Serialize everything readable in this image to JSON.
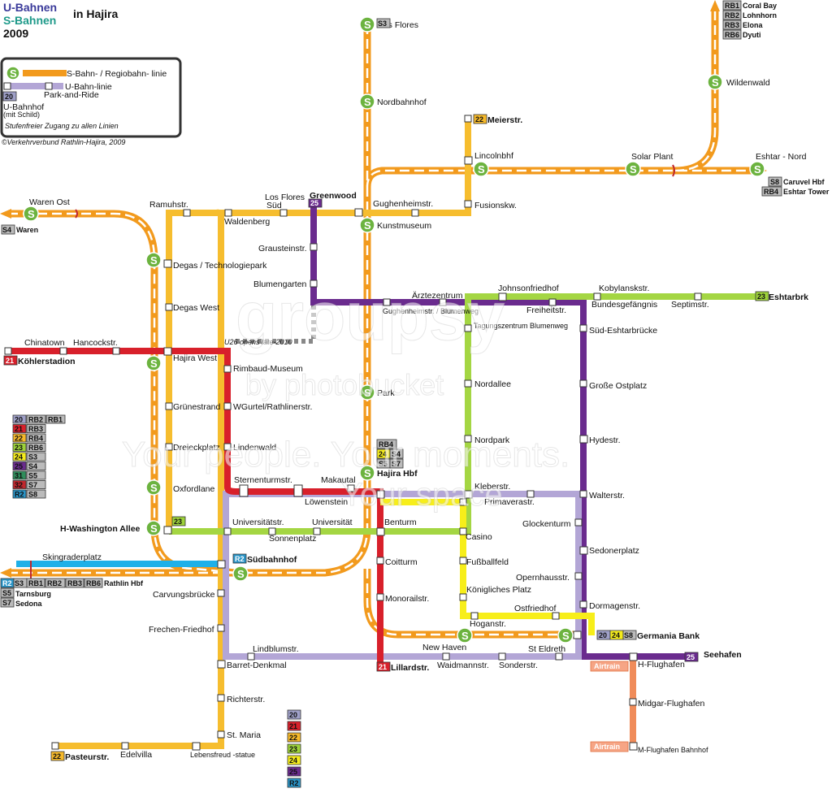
{
  "title": {
    "ubahn": "U-Bahnen",
    "sbahn": "S-Bahnen",
    "place": "in Hajira",
    "year": "2009"
  },
  "legend": {
    "sbahn": "S-Bahn- / Regiobahn- linie",
    "ubahn": "U-Bahn-linie",
    "park_ride": "Park-and-Ride",
    "sign_number": "20",
    "ubahnhof": "U-Bahnhof",
    "mit_schild": "(mit Schild)",
    "stufenfrei": "Stufenfreier Zugang zu allen Linien",
    "copyright": "©Verkehrverbund Rathlin-Hajira, 2009"
  },
  "line_key": [
    {
      "line": "20",
      "color": "#9fa0c8",
      "text": "#111",
      "partners": [
        "RB2",
        "RB1"
      ]
    },
    {
      "line": "21",
      "color": "#d8202b",
      "text": "#fff",
      "partners": [
        "RB3"
      ]
    },
    {
      "line": "22",
      "color": "#f6b92a",
      "text": "#111",
      "partners": [
        "RB4"
      ]
    },
    {
      "line": "23",
      "color": "#9dd23a",
      "text": "#111",
      "partners": [
        "RB6"
      ]
    },
    {
      "line": "24",
      "color": "#f5ec1c",
      "text": "#111",
      "partners": [
        "S3"
      ]
    },
    {
      "line": "25",
      "color": "#6a2b8e",
      "text": "#fff",
      "partners": [
        "S4"
      ]
    },
    {
      "line": "31",
      "color": "#2f8d5b",
      "text": "#fff",
      "partners": [
        "S5"
      ]
    },
    {
      "line": "32",
      "color": "#c0272d",
      "text": "#fff",
      "partners": [
        "S7"
      ]
    },
    {
      "line": "R2",
      "color": "#2a95c8",
      "text": "#fff",
      "partners": [
        "S8"
      ]
    }
  ],
  "bottom_key": [
    {
      "line": "20",
      "color": "#9fa0c8",
      "text": "#111"
    },
    {
      "line": "21",
      "color": "#d8202b",
      "text": "#fff"
    },
    {
      "line": "22",
      "color": "#f6b92a",
      "text": "#111"
    },
    {
      "line": "23",
      "color": "#9dd23a",
      "text": "#111"
    },
    {
      "line": "24",
      "color": "#f5ec1c",
      "text": "#111"
    },
    {
      "line": "25",
      "color": "#6a2b8e",
      "text": "#fff"
    },
    {
      "line": "R2",
      "color": "#2a95c8",
      "text": "#fff"
    }
  ],
  "line_colors": {
    "s_orange": "#f29a1d",
    "u20": "#b3a6d6",
    "u21": "#d8202b",
    "u22": "#f6bd2e",
    "u23": "#a4d643",
    "u24": "#f7ee1a",
    "u25": "#6a2b8e",
    "r2": "#1eb0e8",
    "airtrain": "#f08c5a"
  },
  "terminus_labels": {
    "rb_top": [
      "RB1",
      "RB2",
      "RB3",
      "RB6"
    ],
    "rb_top_names": [
      "Coral Bay",
      "Lohnhorn",
      "Elona",
      "Dyuti"
    ],
    "eshtar_codes": [
      "S8",
      "RB4"
    ],
    "eshtar_names": [
      "Caruvel Hbf",
      "Eshtar Tower"
    ],
    "waren_code": "S4",
    "waren_name": "Waren",
    "west_codes_row1": [
      "R2",
      "S3",
      "RB1",
      "RB2",
      "RB3",
      "RB6"
    ],
    "west_name1": "Rathlin Hbf",
    "west_codes_row2": [
      "S5"
    ],
    "west_name2": "Tarnsburg",
    "west_codes_row3": [
      "S7"
    ],
    "west_name3": "Sedona",
    "koehler_code": "21",
    "koehler_name": "Köhlerstadion",
    "eshtarbrk_code": "23",
    "eshtarbrk_name": "Eshtarbrk",
    "meier_code": "22",
    "meier_name": "Meierstr.",
    "greenwood_code": "25",
    "greenwood_name": "Greenwood",
    "sued_code": "R2",
    "sued_name": "Südbahnhof",
    "hajira_hbf_codes": [
      "RB4",
      "24",
      "S4",
      "S5",
      "S7"
    ],
    "hajira_hbf_name": "Hajira Hbf",
    "lillard_code": "21",
    "lillard_name": "Lillardstr.",
    "pasteur_code": "22",
    "pasteur_name": "Pasteurstr.",
    "germania_codes": [
      "20",
      "24",
      "S8"
    ],
    "germania_name": "Germania Bank",
    "seehafen_code": "25",
    "seehafen_name": "Seehafen",
    "airtrain_label": "Airtrain",
    "washington_code": "23",
    "washington_name": "H-Washington Allee",
    "s3_code": "S3",
    "u26_note": "U26 opens late-2010"
  },
  "stations": {
    "los_flores_n": "Los Flores",
    "nordbahnhof": "Nordbahnhof",
    "lincolnbhf": "Lincolnbhf",
    "solar_plant": "Solar Plant",
    "eshtar_nord": "Eshtar - Nord",
    "wildenwald": "Wildenwald",
    "fusionskw": "Fusionskw.",
    "gughenheimstr": "Gughenheimstr.",
    "kunstmuseum": "Kunstmuseum",
    "ramuhstr": "Ramuhstr.",
    "waldenberg": "Waldenberg",
    "los_flores_sued": "Los Flores",
    "sued": "Süd",
    "waren_ost": "Waren Ost",
    "degas_tech": "Degas / Technologiepark",
    "degas_west": "Degas West",
    "grausteinstr": "Grausteinstr.",
    "blumengarten": "Blumengarten",
    "aerztezentrum": "Ärztezentrum",
    "gughenheimstr_blumenweg": "Gughenheimstr. / Blumenweg",
    "johnsonfriedhof": "Johnsonfriedhof",
    "freiheitstr": "Freiheitstr.",
    "kobylanskstr": "Kobylanskstr.",
    "bundesgefaengnis": "Bundesgefängnis",
    "septimstr": "Septimstr.",
    "tagungszentrum": "Tagungszentrum Blumenweg",
    "sued_eshtarbruecke": "Süd-Eshtarbrücke",
    "chinatown": "Chinatown",
    "hancockstr": "Hancockstr.",
    "hajira_west": "Hajira West",
    "rimbaud": "Rimbaud-Museum",
    "gruenestrand": "Grünestrand",
    "wgurtel": "WGurtel/Rathlinerstr.",
    "dreieckplatz": "Dreieckplatz",
    "lindenwald": "Lindenwald",
    "oxfordlane": "Oxfordlane",
    "sternenturmstr": "Sternenturmstr.",
    "makautal": "Makautal",
    "loewenstein": "Löwenstein",
    "nordallee": "Nordallee",
    "park": "Park",
    "nordpark": "Nordpark",
    "grosse_ostplatz": "Große Ostplatz",
    "hydestr": "Hydestr.",
    "kleberstr": "Kleberstr.",
    "primaverastr": "Primaverastr.",
    "walterstr": "Walterstr.",
    "universitaetstr": "Universitätstr.",
    "universitaet": "Universität",
    "sonnenplatz": "Sonnenplatz",
    "benturm": "Benturm",
    "casino": "Casino",
    "glockenturm": "Glockenturm",
    "sedonerplatz": "Sedonerplatz",
    "skingraderplatz": "Skingraderplatz",
    "coitturm": "Coitturm",
    "fussballfeld": "Fußballfeld",
    "opernhausstr": "Opernhausstr.",
    "carvungsbruecke": "Carvungsbrücke",
    "monorailstr": "Monorailstr.",
    "koenigliches_platz": "Königliches Platz",
    "dormagenstr": "Dormagenstr.",
    "ostfriedhof": "Ostfriedhof",
    "frechen_friedhof": "Frechen-Friedhof",
    "hoganstr": "Hoganstr.",
    "lindblumstr": "Lindblumstr.",
    "new_haven": "New Haven",
    "st_eldreth": "St Eldreth",
    "barret_denkmal": "Barret-Denkmal",
    "waidmannstr": "Waidmannstr.",
    "sonderstr": "Sonderstr.",
    "h_flughafen": "H-Flughafen",
    "midgar_flughafen": "Midgar-Flughafen",
    "richterstr": "Richterstr.",
    "st_maria": "St. Maria",
    "edelvilla": "Edelvilla",
    "lebensfreud": "Lebensfreud -statue",
    "m_flughafen": "M-Flughafen Bahnhof"
  },
  "watermark": {
    "brand": "groupsy",
    "by": "by photobucket",
    "slogan1": "Your people. Your moments.",
    "slogan2": "Your space"
  }
}
